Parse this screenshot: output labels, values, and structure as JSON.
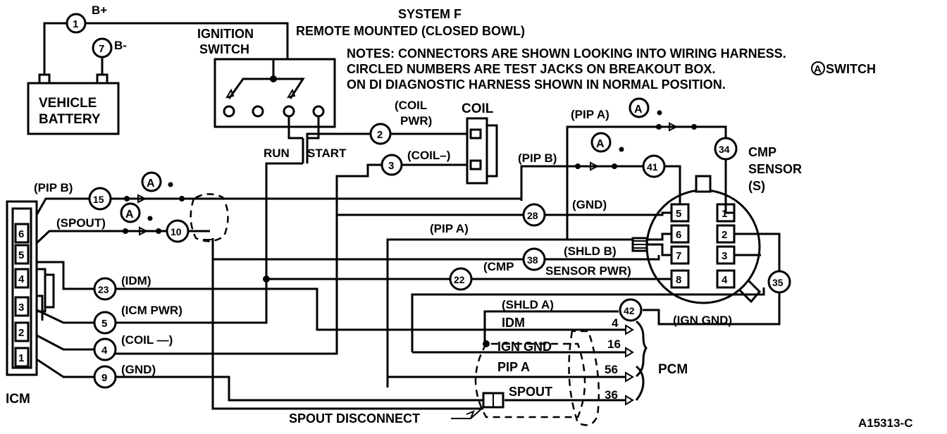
{
  "title": {
    "system": "SYSTEM F",
    "subtitle": "REMOTE MOUNTED (CLOSED BOWL)"
  },
  "notes": [
    "NOTES: CONNECTORS ARE SHOWN LOOKING INTO WIRING HARNESS.",
    "CIRCLED NUMBERS ARE TEST JACKS ON BREAKOUT BOX.",
    "SWITCH",
    "ON DI DIAGNOSTIC HARNESS SHOWN IN NORMAL POSITION."
  ],
  "switch_marker": "A",
  "labels": {
    "b_plus": "B+",
    "b_minus": "B-",
    "battery": [
      "VEHICLE",
      "BATTERY"
    ],
    "ignition_switch": [
      "IGNITION",
      "SWITCH"
    ],
    "run": "RUN",
    "start": "START",
    "coil": "COIL",
    "coil_pwr": [
      "(COIL",
      "PWR)"
    ],
    "coil_minus_top": "(COIL–)",
    "pip_a_top": "(PIP A)",
    "pip_b_top": "(PIP B)",
    "cmp_sensor": [
      "CMP",
      "SENSOR",
      "(S)"
    ],
    "pip_b_left": "(PIP B)",
    "spout_left": "(SPOUT)",
    "gnd_mid": "(GND)",
    "pip_a_mid": "(PIP A)",
    "shld_b": "(SHLD B)",
    "cmp_sensor_pwr": "(CMP",
    "sensor_pwr": "SENSOR PWR)",
    "idm_paren": "(IDM)",
    "icm_pwr": "(ICM PWR)",
    "coil_minus_bottom": "(COIL —)",
    "gnd_bottom": "(GND)",
    "shld_a": "(SHLD A)",
    "ign_gnd_paren": "(IGN GND)",
    "idm": "IDM",
    "ign_gnd": "IGN GND",
    "pip_a": "PIP A",
    "spout": "SPOUT",
    "pcm": "PCM",
    "icm": "ICM",
    "spout_disconnect": "SPOUT DISCONNECT",
    "figure_code": "A15313-C"
  },
  "test_jacks": [
    "1",
    "7",
    "2",
    "3",
    "34",
    "41",
    "15",
    "10",
    "28",
    "38",
    "22",
    "23",
    "5",
    "4",
    "9",
    "42",
    "35"
  ],
  "marker_a": [
    "A",
    "A",
    "A",
    "A"
  ],
  "icm_pins": [
    "6",
    "5",
    "4",
    "3",
    "2",
    "1"
  ],
  "cmp_pins_left": [
    "5",
    "6",
    "7",
    "8"
  ],
  "cmp_pins_right": [
    "1",
    "2",
    "3",
    "4"
  ],
  "pcm_pins": [
    "4",
    "16",
    "56",
    "36"
  ]
}
